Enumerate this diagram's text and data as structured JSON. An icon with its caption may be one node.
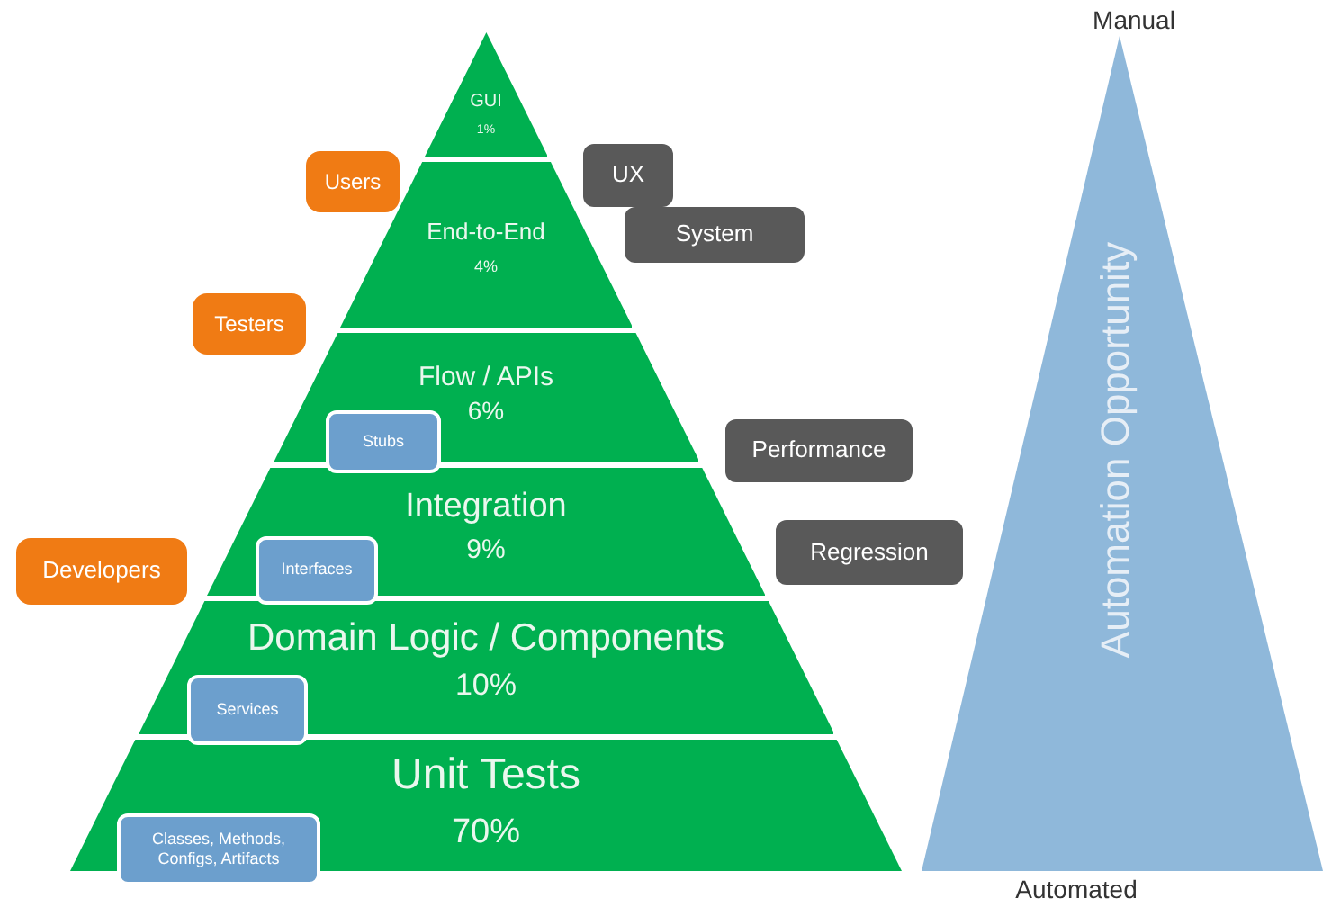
{
  "diagram": {
    "nodes": [
      {
        "text": [
          "GUI",
          "1%"
        ]
      },
      {
        "text": [
          "End-to-End",
          "4%"
        ]
      },
      {
        "text": [
          "Flow / APIs",
          "6%"
        ]
      },
      {
        "text": [
          "Integration",
          "9%"
        ]
      },
      {
        "text": [
          "Domain Logic / Components",
          "10%"
        ]
      },
      {
        "text": [
          "Unit Tests",
          "70%"
        ]
      },
      {
        "text": [
          "Users"
        ]
      },
      {
        "text": [
          "UX"
        ]
      },
      {
        "text": [
          "System"
        ]
      },
      {
        "text": [
          "Testers"
        ]
      },
      {
        "text": [
          "Stubs"
        ]
      },
      {
        "text": [
          "Performance"
        ]
      },
      {
        "text": [
          "Developers"
        ]
      },
      {
        "text": [
          "Interfaces"
        ]
      },
      {
        "text": [
          "Regression"
        ]
      },
      {
        "text": [
          "Services"
        ]
      },
      {
        "text": [
          "Classes, Methods, Configs, Artifacts"
        ]
      },
      {
        "text": [
          "Automation Opportunity"
        ],
        "beside": [
          "Manual",
          "Automated"
        ]
      }
    ]
  }
}
